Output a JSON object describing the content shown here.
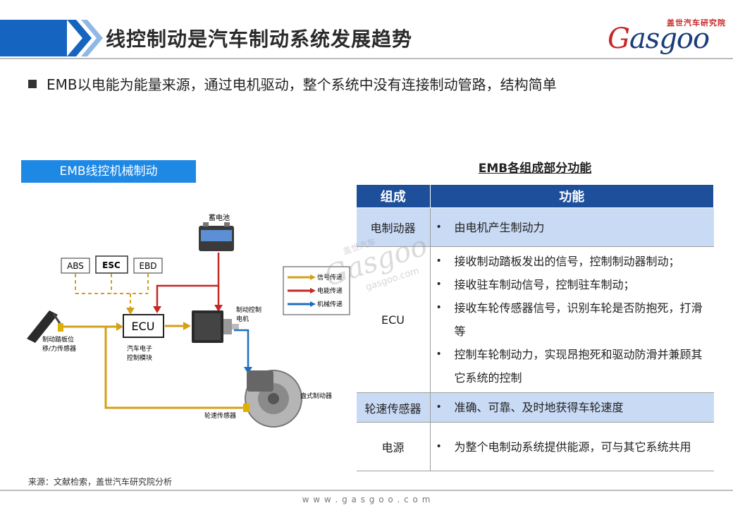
{
  "header": {
    "title": "线控制动是汽车制动系统发展趋势",
    "logo_cn": "盖世汽车研究院",
    "logo_word_g": "G",
    "logo_word_rest": "asgoo"
  },
  "bullet": "EMB以电能为能量来源，通过电机驱动，整个系统中没有连接制动管路，结构简单",
  "diagram": {
    "label": "EMB线控机械制动",
    "boxes": {
      "abs": "ABS",
      "esc": "ESC",
      "ebd": "EBD",
      "ecu": "ECU"
    },
    "captions": {
      "battery": "蓄电池",
      "motor_1": "制动控制",
      "motor_2": "电机",
      "ecu_1": "汽车电子",
      "ecu_2": "控制模块",
      "pedal_1": "制动踏板位",
      "pedal_2": "移/力传感器",
      "disc": "盘式制动器",
      "wheel_sensor": "轮速传感器"
    },
    "legend": [
      {
        "label": "信号传递",
        "color": "#d4a017"
      },
      {
        "label": "电能传递",
        "color": "#c62828"
      },
      {
        "label": "机械传递",
        "color": "#1e6fc0"
      }
    ]
  },
  "table": {
    "title": "EMB各组成部分功能",
    "headers": {
      "component": "组成",
      "function": "功能"
    },
    "rows": [
      {
        "component": "电制动器",
        "items": [
          "由电机产生制动力"
        ]
      },
      {
        "component": "ECU",
        "items": [
          "接收制动踏板发出的信号，控制制动器制动；",
          "接收驻车制动信号，控制驻车制动；",
          "接收车轮传感器信号，识别车轮是否防抱死，打滑等",
          "控制车轮制动力，实现昂抱死和驱动防滑并兼顾其它系统的控制"
        ]
      },
      {
        "component": "轮速传感器",
        "items": [
          "准确、可靠、及时地获得车轮速度"
        ]
      },
      {
        "component": "电源",
        "items": [
          "为整个电制动系统提供能源，可与其它系统共用"
        ]
      }
    ]
  },
  "watermark": {
    "cn": "盖世汽车",
    "word": "Gasgoo",
    "url": "gasgoo.com"
  },
  "footer": {
    "source": "来源：文献检索，盖世汽车研究院分析",
    "site": "w w w . g a s g o o . c o m"
  },
  "colors": {
    "brand_blue": "#1565c0",
    "header_row": "#1d4f9a",
    "highlight_row": "#c9daf5",
    "label_blue": "#1e88e5"
  }
}
